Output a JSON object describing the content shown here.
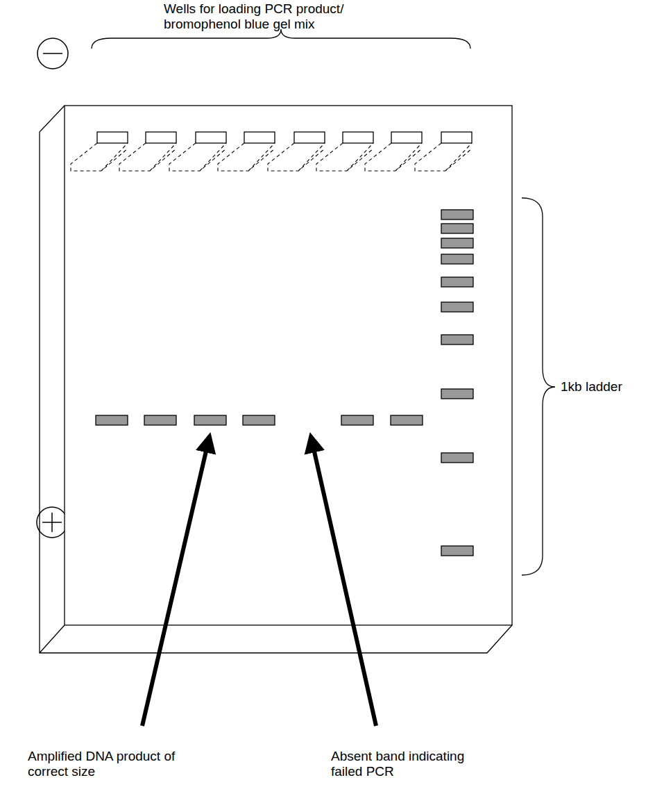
{
  "diagram": {
    "labels": [
      "Wells for loading PCR product/ bromophenol blue gel mix",
      "1kb ladder",
      "Amplified DNA product of correct size",
      "Absent band indicating failed PCR"
    ]
  }
}
